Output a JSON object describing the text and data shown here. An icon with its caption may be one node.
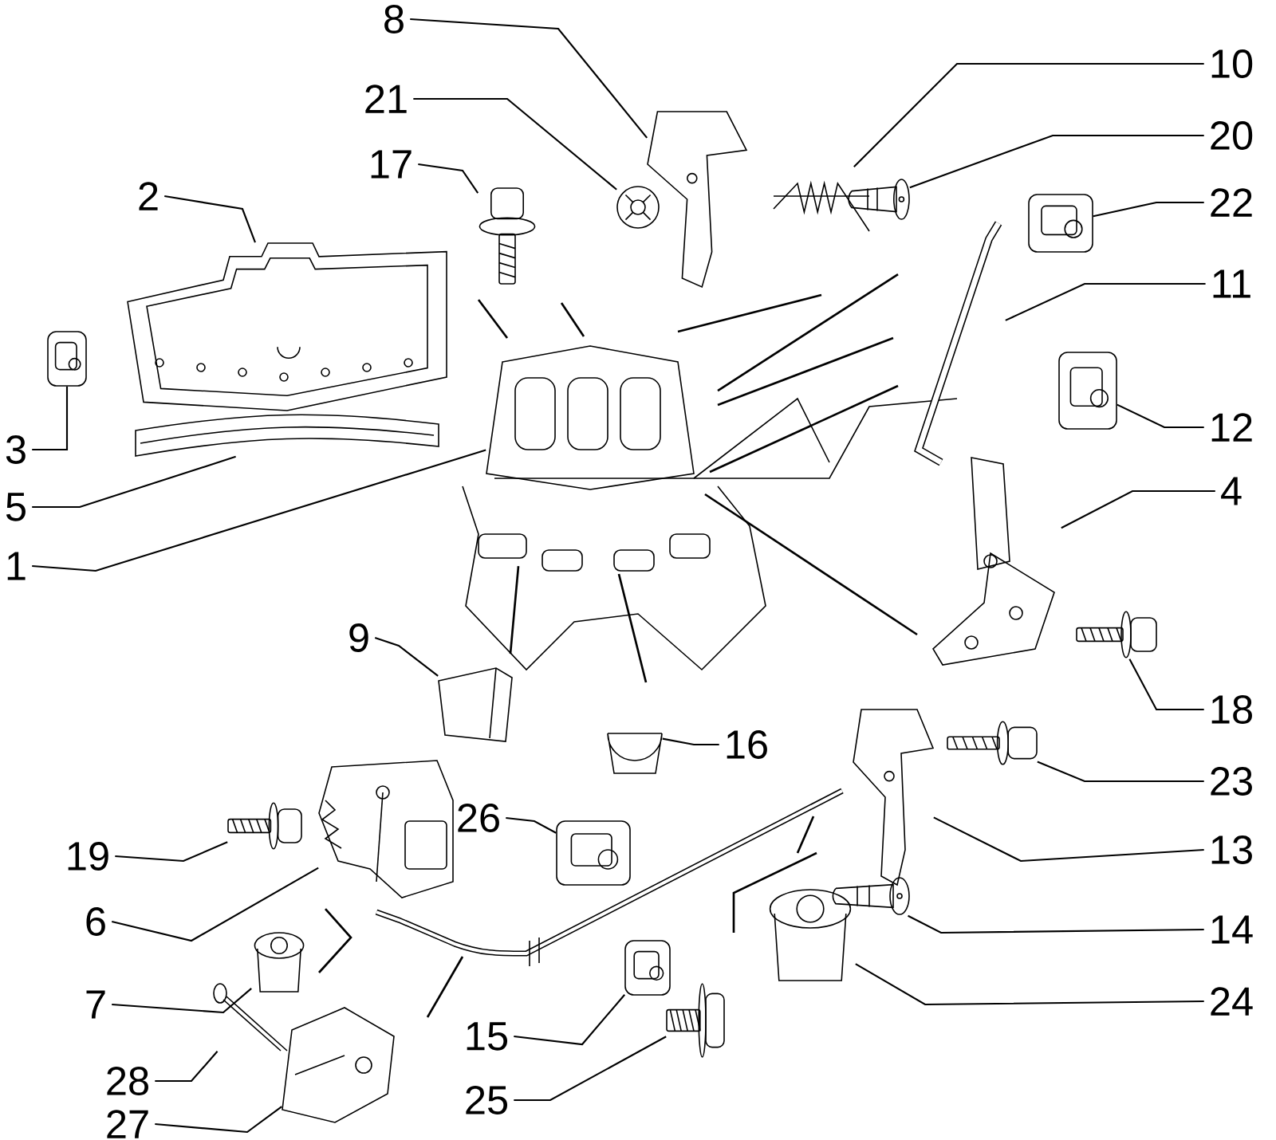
{
  "diagram": {
    "nodes": [
      {
        "text": [
          "8"
        ]
      },
      {
        "text": [],
        "shape": "picture"
      },
      {
        "text": [
          "21"
        ]
      },
      {
        "text": [],
        "shape": "picture"
      },
      {
        "text": [
          "10"
        ]
      },
      {
        "text": [],
        "shape": "picture"
      },
      {
        "text": [
          "17"
        ]
      },
      {
        "text": [],
        "shape": "picture"
      },
      {
        "text": [
          "20"
        ]
      },
      {
        "text": [],
        "shape": "picture"
      },
      {
        "text": [
          "22"
        ]
      },
      {
        "text": [],
        "shape": "picture"
      },
      {
        "text": [
          "2"
        ]
      },
      {
        "text": [],
        "shape": "picture"
      },
      {
        "text": [
          "11"
        ]
      },
      {
        "text": [],
        "shape": "picture"
      },
      {
        "text": [
          "3"
        ]
      },
      {
        "text": [],
        "shape": "picture"
      },
      {
        "text": [
          "12"
        ]
      },
      {
        "text": [],
        "shape": "picture"
      },
      {
        "text": [
          "5"
        ]
      },
      {
        "text": [],
        "shape": "picture"
      },
      {
        "text": [
          "4"
        ]
      },
      {
        "text": [],
        "shape": "picture"
      },
      {
        "text": [
          "1"
        ]
      },
      {
        "text": [],
        "shape": "picture"
      },
      {
        "text": [
          "9"
        ]
      },
      {
        "text": [],
        "shape": "picture"
      },
      {
        "text": [
          "18"
        ]
      },
      {
        "text": [],
        "shape": "picture"
      },
      {
        "text": [
          "16"
        ]
      },
      {
        "text": [],
        "shape": "picture"
      },
      {
        "text": [
          "23"
        ]
      },
      {
        "text": [],
        "shape": "picture"
      },
      {
        "text": [
          "19"
        ]
      },
      {
        "text": [],
        "shape": "picture"
      },
      {
        "text": [
          "26"
        ]
      },
      {
        "text": [],
        "shape": "picture"
      },
      {
        "text": [
          "13"
        ]
      },
      {
        "text": [],
        "shape": "picture"
      },
      {
        "text": [
          "6"
        ]
      },
      {
        "text": [],
        "shape": "picture"
      },
      {
        "text": [
          "14"
        ]
      },
      {
        "text": [],
        "shape": "picture"
      },
      {
        "text": [
          "7"
        ]
      },
      {
        "text": [],
        "shape": "picture"
      },
      {
        "text": [
          "24"
        ]
      },
      {
        "text": [],
        "shape": "picture"
      },
      {
        "text": [
          "15"
        ]
      },
      {
        "text": [],
        "shape": "picture"
      },
      {
        "text": [
          "28"
        ]
      },
      {
        "text": [],
        "shape": "picture"
      },
      {
        "text": [
          "25"
        ]
      },
      {
        "text": [],
        "shape": "picture"
      },
      {
        "text": [
          "27"
        ]
      },
      {
        "text": [],
        "shape": "picture"
      }
    ],
    "edges": [
      {
        "from": 0,
        "to": 1,
        "arrow": "none"
      },
      {
        "from": 2,
        "to": 3,
        "arrow": "none"
      },
      {
        "from": 4,
        "to": 5,
        "arrow": "none"
      },
      {
        "from": 6,
        "to": 7,
        "arrow": "none"
      },
      {
        "from": 8,
        "to": 9,
        "arrow": "none"
      },
      {
        "from": 10,
        "to": 11,
        "arrow": "none"
      },
      {
        "from": 12,
        "to": 13,
        "arrow": "none"
      },
      {
        "from": 14,
        "to": 15,
        "arrow": "none"
      },
      {
        "from": 16,
        "to": 17,
        "arrow": "none"
      },
      {
        "from": 18,
        "to": 19,
        "arrow": "none"
      },
      {
        "from": 20,
        "to": 21,
        "arrow": "none"
      },
      {
        "from": 22,
        "to": 23,
        "arrow": "none"
      },
      {
        "from": 24,
        "to": 25,
        "arrow": "none"
      },
      {
        "from": 26,
        "to": 27,
        "arrow": "none"
      },
      {
        "from": 28,
        "to": 29,
        "arrow": "none"
      },
      {
        "from": 30,
        "to": 31,
        "arrow": "none"
      },
      {
        "from": 32,
        "to": 33,
        "arrow": "none"
      },
      {
        "from": 34,
        "to": 35,
        "arrow": "none"
      },
      {
        "from": 36,
        "to": 37,
        "arrow": "none"
      },
      {
        "from": 38,
        "to": 39,
        "arrow": "none"
      },
      {
        "from": 40,
        "to": 41,
        "arrow": "none"
      },
      {
        "from": 42,
        "to": 43,
        "arrow": "none"
      },
      {
        "from": 44,
        "to": 45,
        "arrow": "none"
      },
      {
        "from": 46,
        "to": 47,
        "arrow": "none"
      },
      {
        "from": 48,
        "to": 49,
        "arrow": "none"
      },
      {
        "from": 50,
        "to": 51,
        "arrow": "none"
      },
      {
        "from": 52,
        "to": 53,
        "arrow": "none"
      },
      {
        "from": 54,
        "to": 55,
        "arrow": "none"
      }
    ]
  }
}
